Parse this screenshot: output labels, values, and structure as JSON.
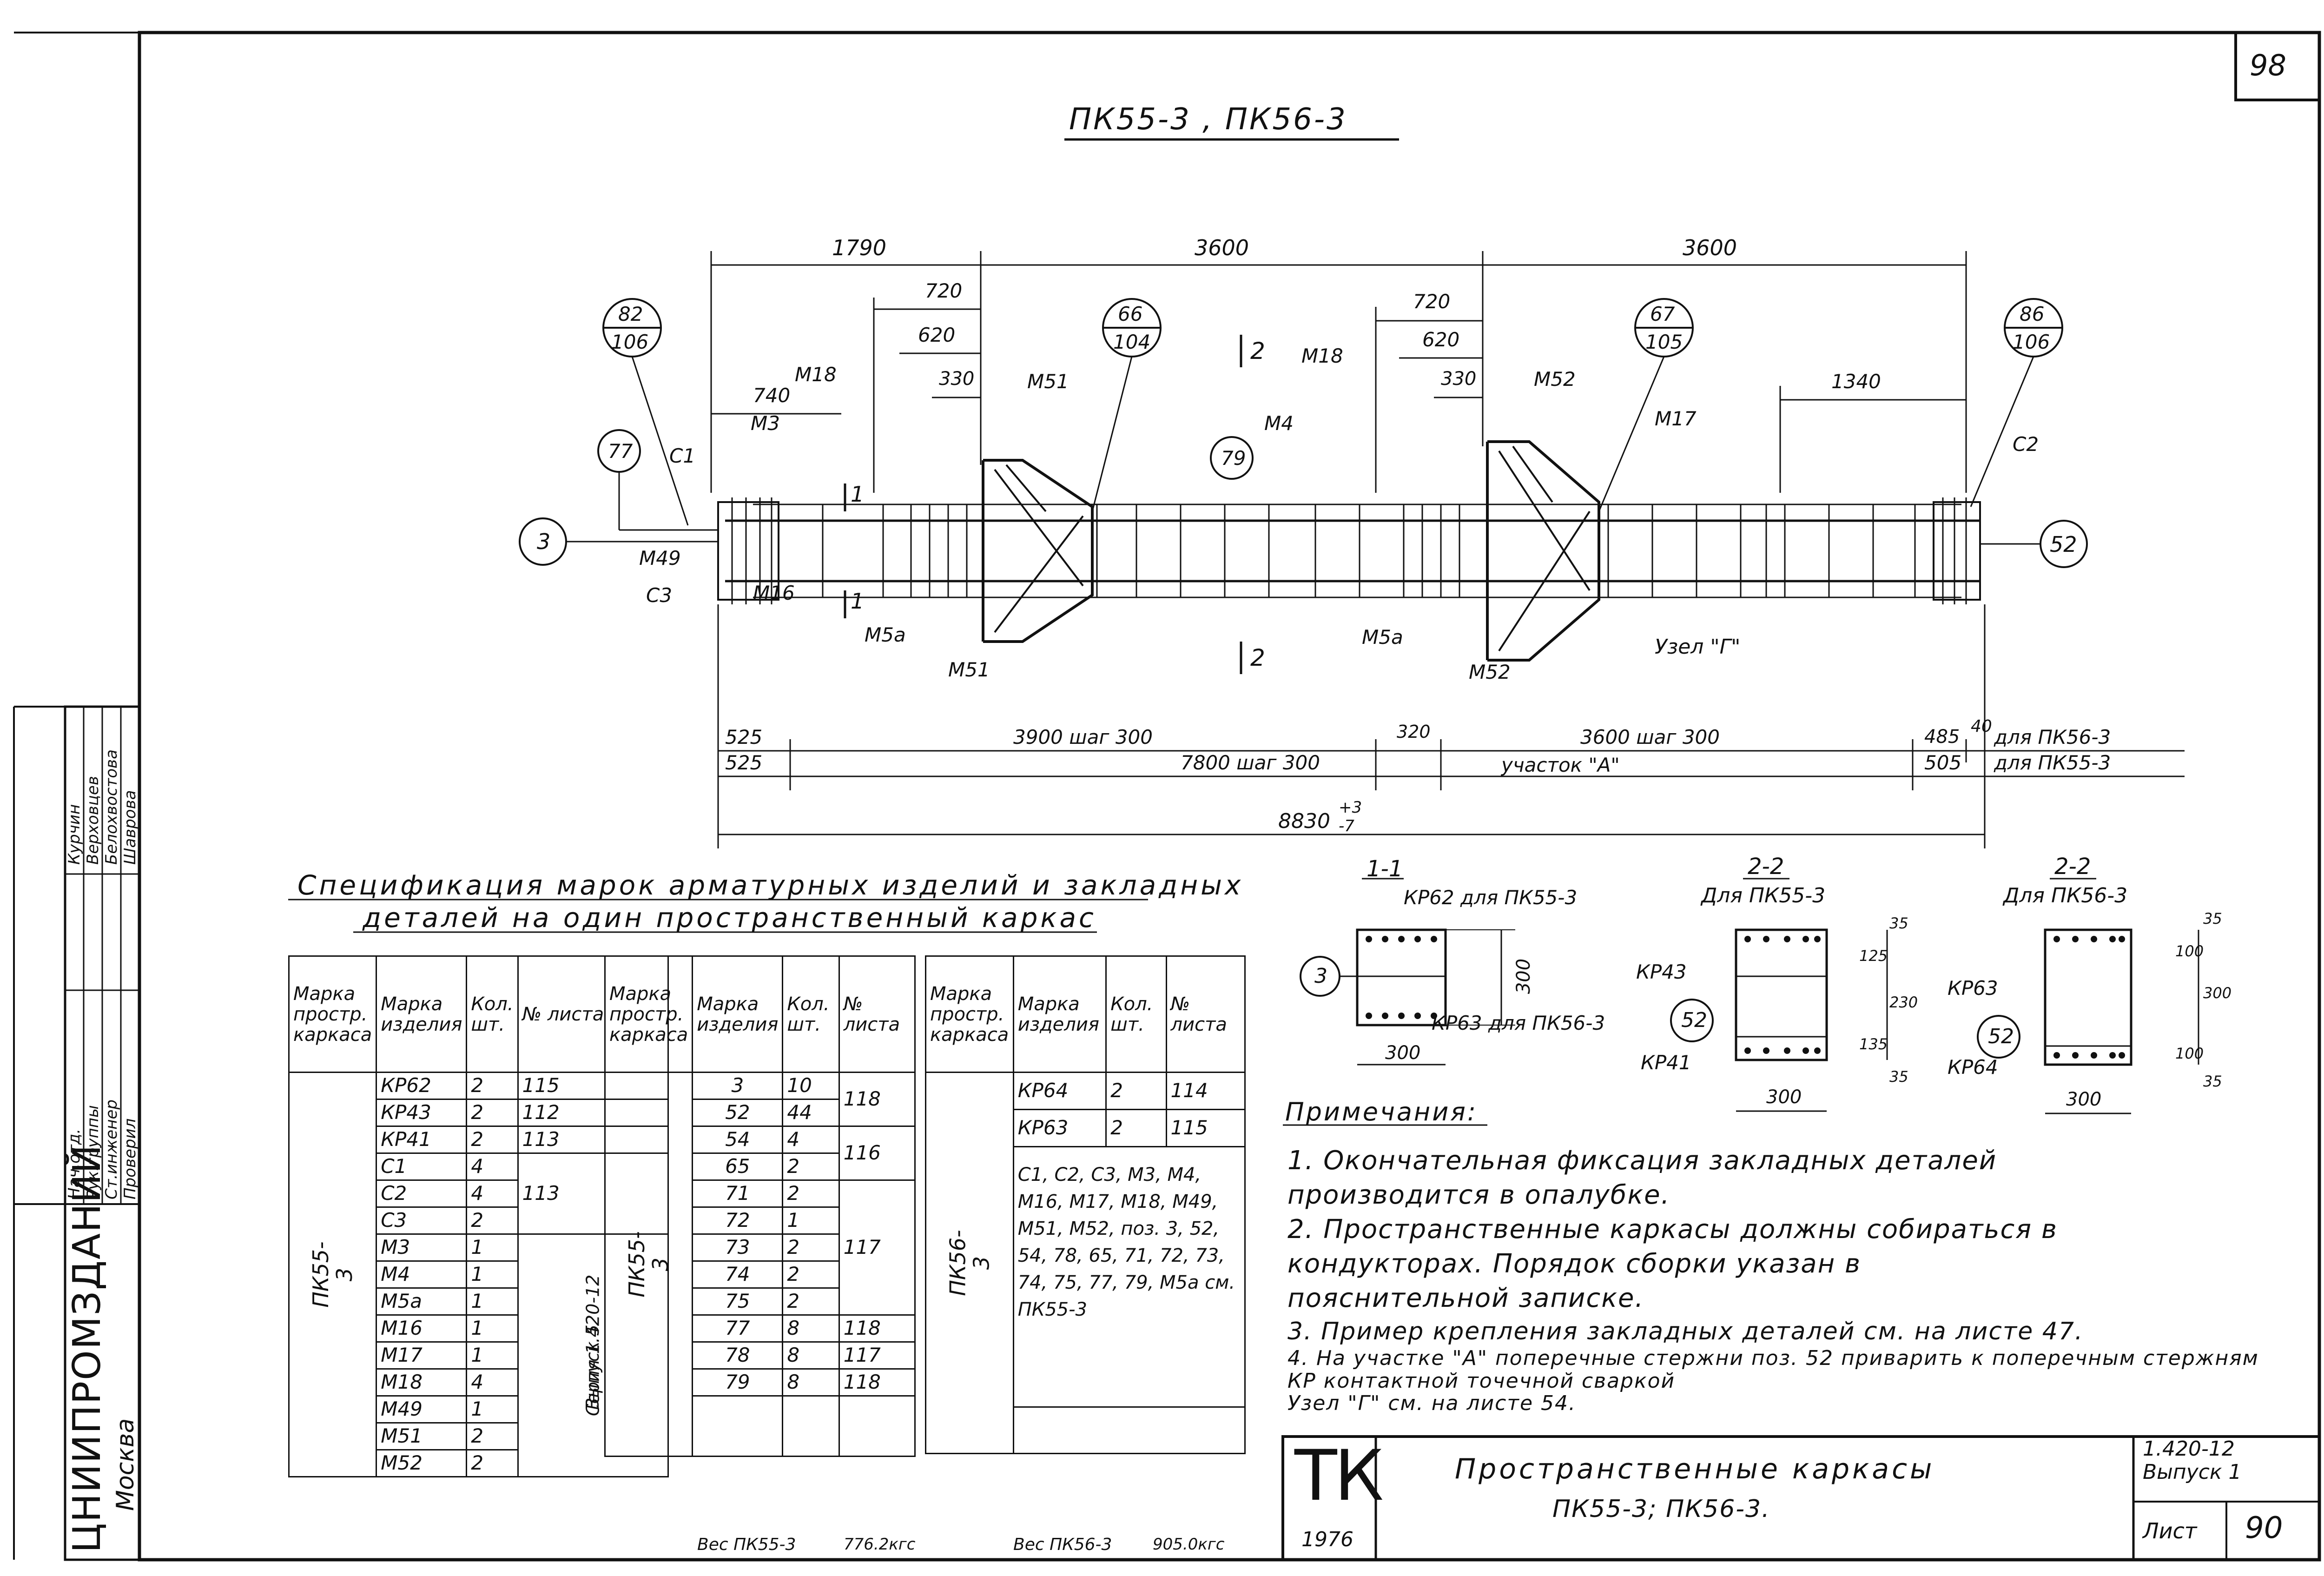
{
  "page_number": "98",
  "sheet_title": "ПК55-3 , ПК56-3",
  "drawing": {
    "dimensions_top": [
      "1790",
      "3600",
      "3600"
    ],
    "dimensions_mid": [
      "720",
      "620",
      "330",
      "720",
      "620",
      "330",
      "740",
      "1340"
    ],
    "dimensions_bottom": {
      "row1": [
        "525",
        "3900 шаг 300",
        "320",
        "3600 шаг 300",
        "485",
        "40",
        "для ПК56-3"
      ],
      "row2": [
        "525",
        "7800 шаг 300",
        "участок \"А\"",
        "505",
        "для ПК55-3"
      ],
      "total": "8830",
      "tol_plus": "+3",
      "tol_minus": "-7"
    },
    "callouts": [
      {
        "top": "82",
        "bottom": "106"
      },
      {
        "top": "66",
        "bottom": "104"
      },
      {
        "top": "67",
        "bottom": "105"
      },
      {
        "top": "86",
        "bottom": "106"
      }
    ],
    "circles": [
      "77",
      "3",
      "79",
      "52"
    ],
    "marks": [
      "С1",
      "М3",
      "М18",
      "М51",
      "М4",
      "М18",
      "М52",
      "М17",
      "С2",
      "М49",
      "С3",
      "М16",
      "М5а",
      "М51",
      "М5а",
      "М52",
      "Узел \"Г\""
    ],
    "section_marks": [
      "1",
      "1",
      "2",
      "2"
    ]
  },
  "spec": {
    "title_line1": "Спецификация марок арматурных изделий и закладных",
    "title_line2": "деталей на один пространственный каркас",
    "headers": [
      "Марка простр. каркаса",
      "Марка изделия",
      "Кол. шт.",
      "№ листа"
    ],
    "table1": {
      "frame": "ПК55-3",
      "series": "Серия 1.420-12",
      "issue": "Выпуск 5",
      "rows": [
        [
          "КР62",
          "2",
          "115"
        ],
        [
          "КР43",
          "2",
          "112"
        ],
        [
          "КР41",
          "2",
          "113"
        ],
        [
          "С1",
          "4",
          ""
        ],
        [
          "С2",
          "4",
          "113"
        ],
        [
          "С3",
          "2",
          ""
        ],
        [
          "М3",
          "1",
          ""
        ],
        [
          "М4",
          "1",
          ""
        ],
        [
          "М5а",
          "1",
          ""
        ],
        [
          "М16",
          "1",
          ""
        ],
        [
          "М17",
          "1",
          ""
        ],
        [
          "М18",
          "4",
          ""
        ],
        [
          "М49",
          "1",
          ""
        ],
        [
          "М51",
          "2",
          ""
        ],
        [
          "М52",
          "2",
          ""
        ]
      ]
    },
    "table2": {
      "frame": "ПК55-3",
      "rows": [
        [
          "3",
          "10",
          "118"
        ],
        [
          "52",
          "44",
          ""
        ],
        [
          "54",
          "4",
          "116"
        ],
        [
          "65",
          "2",
          ""
        ],
        [
          "71",
          "2",
          ""
        ],
        [
          "72",
          "1",
          ""
        ],
        [
          "73",
          "2",
          "117"
        ],
        [
          "74",
          "2",
          ""
        ],
        [
          "75",
          "2",
          ""
        ],
        [
          "77",
          "8",
          "118"
        ],
        [
          "78",
          "8",
          "117"
        ],
        [
          "79",
          "8",
          "118"
        ]
      ],
      "weight_label": "Вес ПК55-3",
      "weight_value": "776.2кгс"
    },
    "table3": {
      "frame": "ПК56-3",
      "rows": [
        [
          "КР64",
          "2",
          "114"
        ],
        [
          "КР63",
          "2",
          "115"
        ]
      ],
      "see_text": "С1, С2, С3, М3, М4, М16, М17, М18, М49, М51, М52, поз. 3, 52, 54, 78, 65, 71, 72, 73, 74, 75, 77, 79, М5а см. ПК55-3",
      "weight_label": "Вес ПК56-3",
      "weight_value": "905.0кгс"
    }
  },
  "sections": {
    "s11": {
      "title": "1-1",
      "l1": "КР62 для ПК55-3",
      "l2": "КР63 для ПК56-3",
      "circle": "3",
      "dim_h": "300",
      "dim_v": "300"
    },
    "s22a": {
      "title": "2-2",
      "sub": "Для ПК55-3",
      "l1": "КР43",
      "l2": "КР41",
      "circle": "52",
      "dim_h": "300",
      "dims_v": [
        "35",
        "125",
        "230",
        "135",
        "35"
      ]
    },
    "s22b": {
      "title": "2-2",
      "sub": "Для ПК56-3",
      "l1": "КР63",
      "l2": "КР64",
      "circle": "52",
      "dim_h": "300",
      "dims_v": [
        "35",
        "100",
        "300",
        "100",
        "35"
      ]
    }
  },
  "notes": {
    "title": "Примечания:",
    "items": [
      "1. Окончательная фиксация закладных деталей производится в опалубке.",
      "2. Пространственные каркасы должны собираться в кондукторах. Порядок сборки указан в пояснительной записке.",
      "3. Пример крепления закладных деталей см. на листе 47.",
      "4. На участке \"А\" поперечные стержни поз. 52 приварить к поперечным стержням КР контактной точечной сваркой",
      "Узел \"Г\" см. на листе 54."
    ]
  },
  "stamp": {
    "org": "ЦНИИПРОМЗДАНИЙ",
    "city": "Москва",
    "roles": [
      "Нач.отд.",
      "Рук.группы",
      "Ст.инженер",
      "Проверил"
    ],
    "names": [
      "Курчин",
      "Верховцев",
      "Белохвостова",
      "Шаврова"
    ],
    "logo": "ТК",
    "year": "1976",
    "title1": "Пространственные каркасы",
    "title2": "ПК55-3; ПК56-3.",
    "series": "1.420-12",
    "issue": "Выпуск 1",
    "sheet_label": "Лист",
    "sheet_no": "90"
  }
}
